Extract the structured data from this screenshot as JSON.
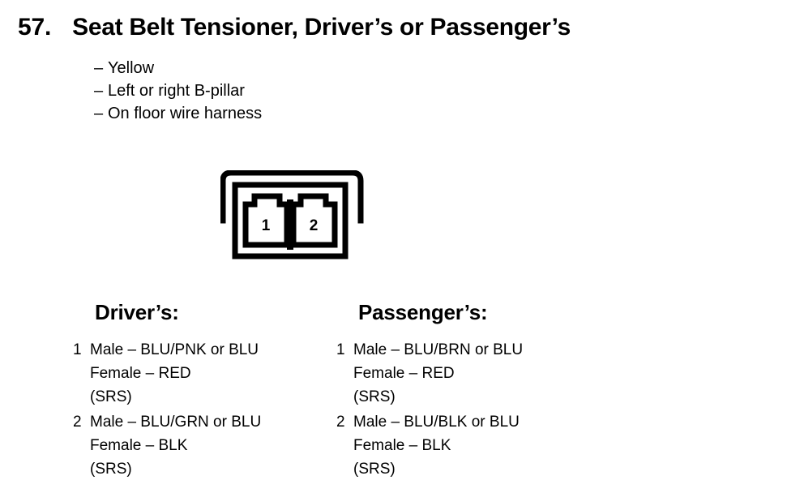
{
  "header": {
    "item_number": "57.",
    "title": "Seat Belt Tensioner, Driver’s or Passenger’s",
    "dash": "–",
    "attributes": [
      "Yellow",
      "Left or right B-pillar",
      "On floor wire harness"
    ]
  },
  "connector": {
    "name": "two-cavity-connector",
    "cavities": [
      {
        "number": "1"
      },
      {
        "number": "2"
      }
    ]
  },
  "pinout": {
    "columns": [
      {
        "heading": "Driver’s:",
        "pins": [
          {
            "index": "1",
            "lines": [
              "Male – BLU/PNK or BLU",
              "Female – RED",
              "(SRS)"
            ]
          },
          {
            "index": "2",
            "lines": [
              "Male – BLU/GRN or BLU",
              "Female – BLK",
              "(SRS)"
            ]
          }
        ]
      },
      {
        "heading": "Passenger’s:",
        "pins": [
          {
            "index": "1",
            "lines": [
              "Male – BLU/BRN or BLU",
              "Female – RED",
              "(SRS)"
            ]
          },
          {
            "index": "2",
            "lines": [
              "Male – BLU/BLK or BLU",
              "Female – BLK",
              "(SRS)"
            ]
          }
        ]
      }
    ]
  },
  "colors": {
    "ink": "#000000",
    "background": "#ffffff"
  }
}
